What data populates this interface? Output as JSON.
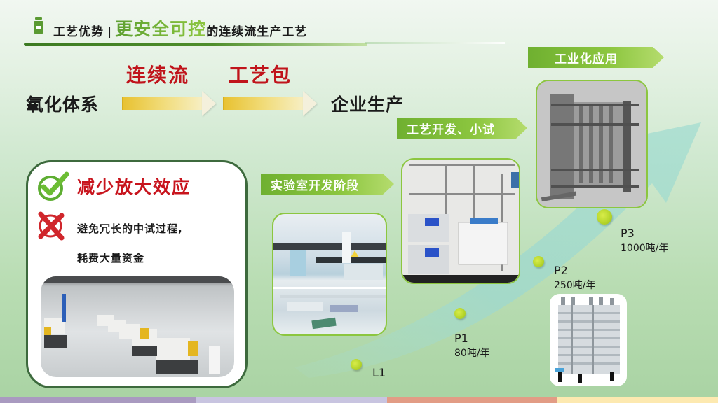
{
  "header": {
    "icon": "bottle-icon",
    "prefix": "工艺优势",
    "separator": "|",
    "highlight": "更安全可控",
    "suffix": "的连续流生产工艺"
  },
  "flow": {
    "start": "氧化体系",
    "step1": "连续流",
    "step2": "工艺包",
    "end": "企业生产",
    "arrow_icon": "right-arrow-icon"
  },
  "stages": [
    {
      "label": "实验室开发阶段"
    },
    {
      "label": "工艺开发、小试"
    },
    {
      "label": "工业化应用"
    }
  ],
  "card": {
    "check_icon": "check-circle-icon",
    "title": "减少放大效应",
    "cross_icon": "cross-circle-icon",
    "line1": "避免冗长的中试过程,",
    "line2": "耗费大量资金",
    "photo": "injection-molding-factory-photo"
  },
  "photos": {
    "lab": "laboratory-photo",
    "pilot": "flow-reactor-pump-setup-photo",
    "industrial": "plate-reactor-industrial-photo",
    "p2": "stacked-plate-reactor-photo"
  },
  "milestones": [
    {
      "label": "L1",
      "capacity": ""
    },
    {
      "label": "P1",
      "capacity": "80吨/年"
    },
    {
      "label": "P2",
      "capacity": "250吨/年"
    },
    {
      "label": "P3",
      "capacity": "1000吨/年"
    }
  ],
  "colors": {
    "accent_green": "#8cc63f",
    "dark_green": "#3c7a22",
    "red": "#c0141b",
    "stripe": [
      "#a99ac0",
      "#c8c4e0",
      "#e29c85",
      "#fde9b0"
    ]
  }
}
